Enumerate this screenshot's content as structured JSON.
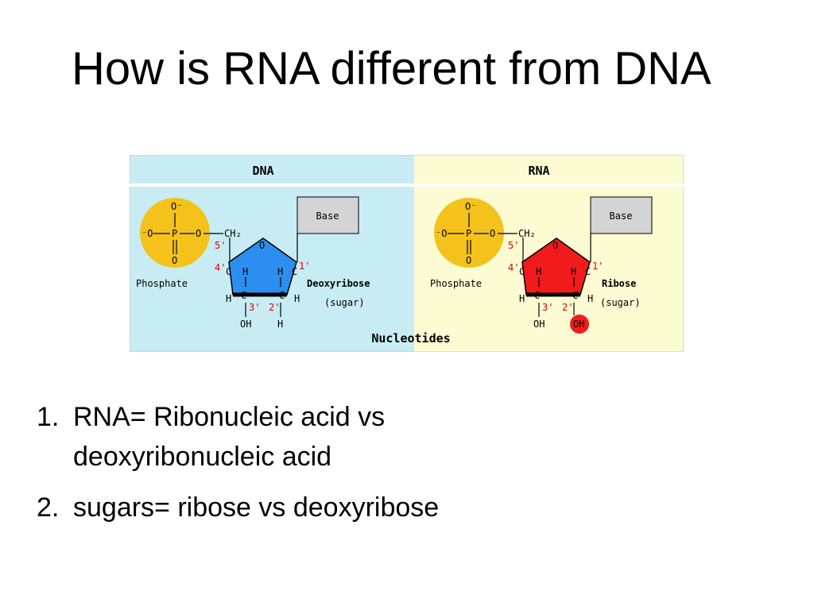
{
  "title": "How is RNA different from DNA",
  "figure": {
    "dna_header": "DNA",
    "rna_header": "RNA",
    "footer": "Nucleotides",
    "dna": {
      "base": "Base",
      "o_top": "O⁻",
      "o_left": "⁻O",
      "p": "P",
      "o_mid": "O",
      "o_bottom": "O",
      "ch2": "CH₂",
      "ring_o": "O",
      "num_5": "5'",
      "num_4": "4'",
      "num_3": "3'",
      "num_2": "2'",
      "num_1": "1'",
      "c4": "C",
      "c3": "C",
      "c2": "C",
      "c1": "C",
      "h4": "H",
      "h1": "H",
      "h4b": "H",
      "h3": "H",
      "h2": "H",
      "h2b": "H",
      "oh3": "OH",
      "h_bottom": "H",
      "phosphate_label": "Phosphate",
      "sugar_name": "Deoxyribose",
      "sugar_sub": "(sugar)"
    },
    "rna": {
      "base": "Base",
      "o_top": "O⁻",
      "o_left": "⁻O",
      "p": "P",
      "o_mid": "O",
      "o_bottom": "O",
      "ch2": "CH₂",
      "ring_o": "O",
      "num_5": "5'",
      "num_4": "4'",
      "num_3": "3'",
      "num_2": "2'",
      "num_1": "1'",
      "c4": "C",
      "c3": "C",
      "c2": "C",
      "c1": "C",
      "h4": "H",
      "h1": "H",
      "h4b": "H",
      "h3": "H",
      "h2": "H",
      "h2b": "H",
      "oh3": "OH",
      "oh2": "OH",
      "phosphate_label": "Phosphate",
      "sugar_name": "Ribose",
      "sugar_sub": "(sugar)"
    },
    "colors": {
      "dna_bg": "#c8ecf4",
      "rna_bg": "#fdfbd2",
      "phosphate": "#f4c21b",
      "dna_sugar": "#2b8ef0",
      "rna_sugar": "#f21b1b",
      "numbering": "#e00000",
      "base_box": "#d4d4d4"
    }
  },
  "bullets": [
    {
      "num": "1.",
      "text": "RNA= Ribonucleic acid vs deoxyribonucleic acid"
    },
    {
      "num": "2.",
      "text": "sugars= ribose vs deoxyribose"
    }
  ]
}
